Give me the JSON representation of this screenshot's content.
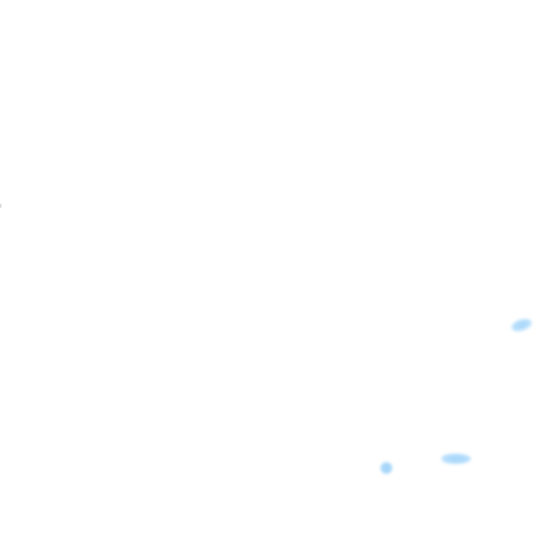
{
  "colors": {
    "background": "#ffffff",
    "blob_fill": "#b9e0fb",
    "blob_core": "#a6d6fa",
    "edge_mark": "#d8d8d8"
  },
  "shapes": [
    {
      "name": "paint-blob",
      "color": "#b9e0fb"
    },
    {
      "name": "paint-blob",
      "color": "#b4ddfb"
    },
    {
      "name": "paint-blob",
      "color": "#a9d7fa"
    }
  ]
}
